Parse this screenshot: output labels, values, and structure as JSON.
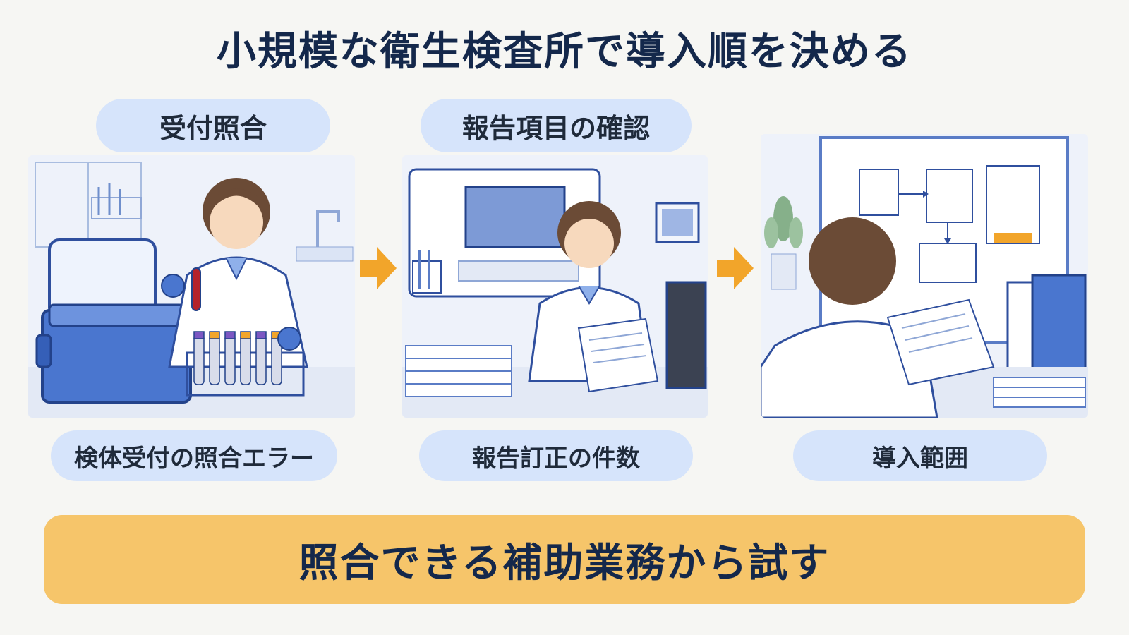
{
  "title": "小規模な衛生検査所で導入順を決める",
  "steps": [
    {
      "label": "受付照合",
      "metric": "検体受付の照合エラー"
    },
    {
      "label": "報告項目の確認",
      "metric": "報告訂正の件数"
    },
    {
      "metric": "導入範囲"
    }
  ],
  "conclusion": "照合できる補助業務から試す",
  "colors": {
    "pill": "#d6e4fb",
    "arrow": "#f2a52a",
    "banner": "#f6c56a",
    "text": "#14284b"
  },
  "icons": [
    "arrow-right-icon",
    "arrow-right-icon"
  ]
}
